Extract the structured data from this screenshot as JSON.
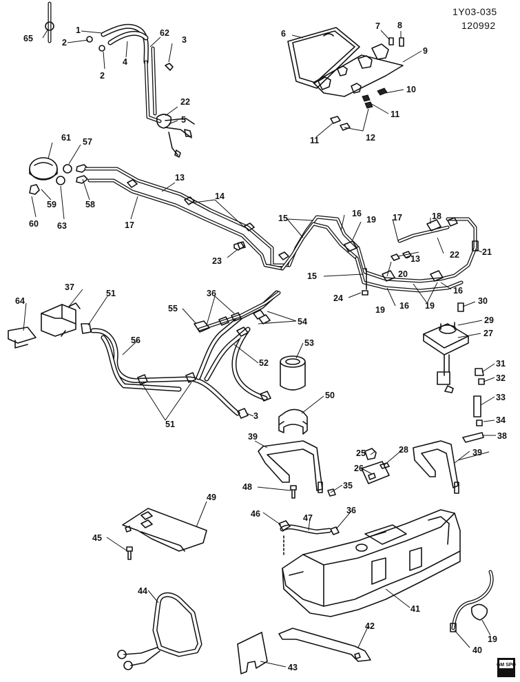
{
  "header": {
    "figure_id": "1Y03-035",
    "figure_date": "120992"
  },
  "footer": {
    "logo_text": "GM SPO"
  },
  "callouts": {
    "c1": "1",
    "c2a": "2",
    "c2b": "2",
    "c3a": "3",
    "c3b": "3",
    "c5": "5",
    "c6": "6",
    "c7": "7",
    "c8": "8",
    "c9": "9",
    "c10": "10",
    "c11a": "11",
    "c11b": "11",
    "c12": "12",
    "c13a": "13",
    "c13b": "13",
    "c14": "14",
    "c15a": "15",
    "c15b": "15",
    "c16a": "16",
    "c16b": "16",
    "c16c": "16",
    "c17a": "17",
    "c17b": "17",
    "c18": "18",
    "c19a": "19",
    "c19b": "19",
    "c19c": "19",
    "c19d": "19",
    "c20": "20",
    "c21": "21",
    "c22a": "22",
    "c22b": "22",
    "c23": "23",
    "c24": "24",
    "c25": "25",
    "c26": "26",
    "c27": "27",
    "c28": "28",
    "c29": "29",
    "c30": "30",
    "c31": "31",
    "c32": "32",
    "c33": "33",
    "c34": "34",
    "c35": "35",
    "c36a": "36",
    "c36b": "36",
    "c37": "37",
    "c38": "38",
    "c39a": "39",
    "c39b": "39",
    "c40": "40",
    "c41": "41",
    "c42": "42",
    "c43": "43",
    "c44": "44",
    "c45": "45",
    "c46": "46",
    "c47": "47",
    "c48": "48",
    "c49": "49",
    "c50": "50",
    "c51a": "51",
    "c51b": "51",
    "c52": "52",
    "c53": "53",
    "c54": "54",
    "c55": "55",
    "c56": "56",
    "c57": "57",
    "c58": "58",
    "c59": "59",
    "c60": "60",
    "c61": "61",
    "c62": "62",
    "c63": "63",
    "c64": "64",
    "c65": "65",
    "c4": "4"
  }
}
